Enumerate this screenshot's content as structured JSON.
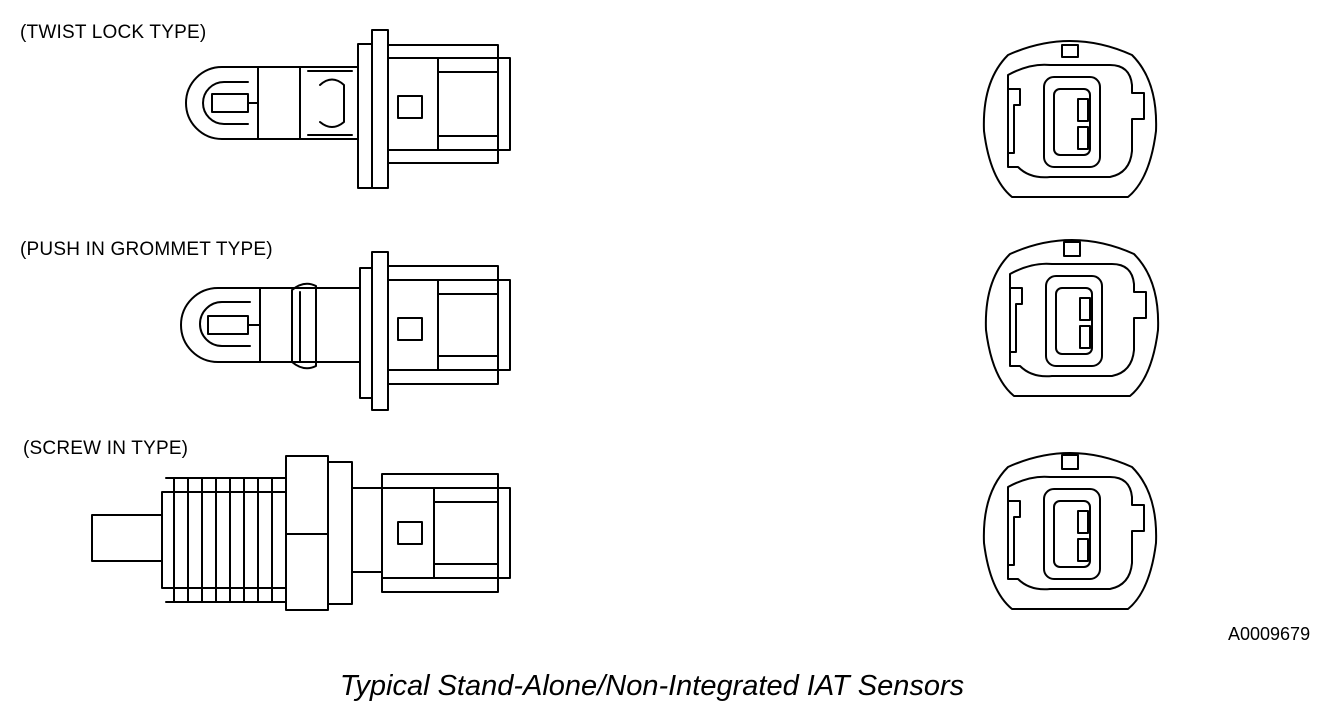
{
  "labels": {
    "twist_lock": "(TWIST LOCK TYPE)",
    "push_in_grommet": "(PUSH IN GROMMET TYPE)",
    "screw_in": "(SCREW IN TYPE)"
  },
  "figure_id": "A0009679",
  "caption": "Typical Stand-Alone/Non-Integrated IAT Sensors",
  "colors": {
    "line": "#000000",
    "background": "#ffffff"
  }
}
